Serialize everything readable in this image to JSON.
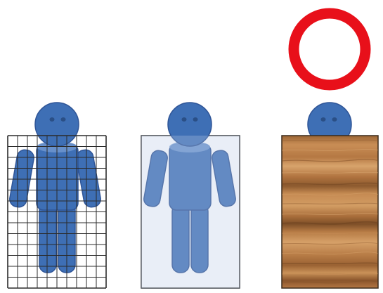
{
  "figures": [
    {
      "id": "figure-grid-box",
      "cover": "wire-grid",
      "head_visible": true
    },
    {
      "id": "figure-glass-box",
      "cover": "translucent-panel",
      "head_visible": true
    },
    {
      "id": "figure-wood-box",
      "cover": "opaque-wood",
      "head_visible": true,
      "marker": "red-circle"
    }
  ],
  "colors": {
    "figure_fill": "#3E6FB5",
    "figure_outline": "#2F5597",
    "figure_light": "#6F97CF",
    "eye": "#2A4F86",
    "grid_line": "#2B2B2B",
    "glass_fill": "#E9EFF8",
    "glass_border": "#3A3F46",
    "wood_base": "#B77A45",
    "wood_dark": "#8B5A2E",
    "wood_light": "#D39B63",
    "marker_ring": "#E8101A",
    "background": "#FFFFFF"
  }
}
